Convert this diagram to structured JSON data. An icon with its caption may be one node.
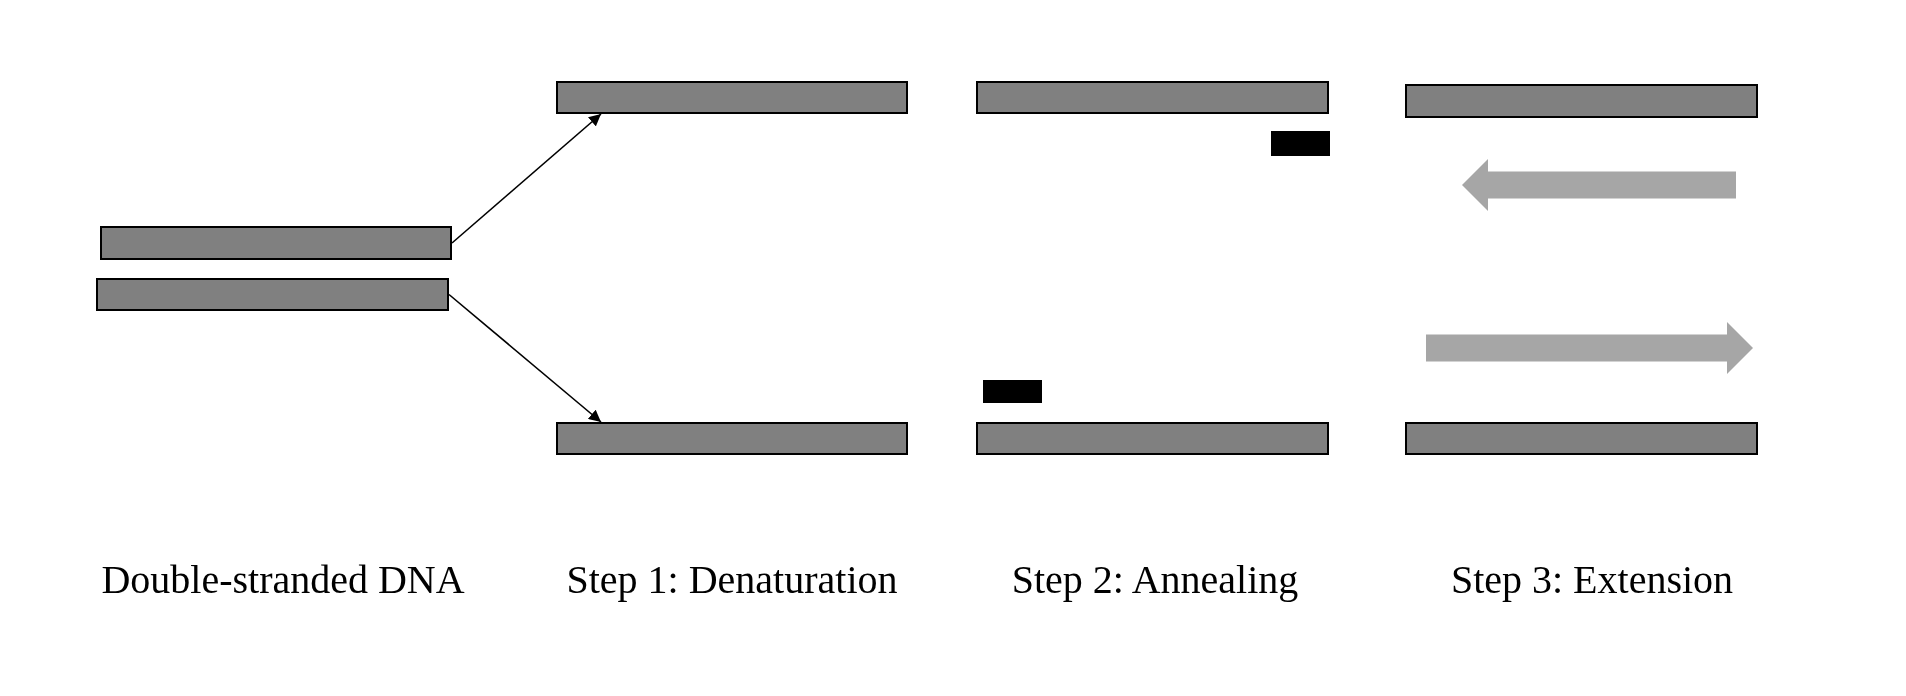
{
  "diagram": {
    "nodes": [
      {
        "text": [],
        "shape": "bar"
      },
      {
        "text": [],
        "shape": "bar"
      },
      {
        "text": [],
        "shape": "bar"
      },
      {
        "text": [],
        "shape": "bar"
      },
      {
        "text": [],
        "shape": "bar"
      },
      {
        "text": [],
        "shape": "bar"
      },
      {
        "text": [],
        "shape": "bar"
      },
      {
        "text": [],
        "shape": "bar"
      },
      {
        "text": [],
        "shape": "bar"
      },
      {
        "text": [],
        "shape": "arrow"
      },
      {
        "text": [],
        "shape": "arrow"
      },
      {
        "text": [],
        "shape": "bar"
      }
    ],
    "edges": [
      {
        "from": 0,
        "to": 2,
        "arrow": "to"
      },
      {
        "from": 1,
        "to": 3,
        "arrow": "to"
      }
    ],
    "labels": [
      "Double-stranded DNA",
      "Step 1: Denaturation",
      "Step 2: Annealing",
      "Step 3: Extension"
    ]
  }
}
